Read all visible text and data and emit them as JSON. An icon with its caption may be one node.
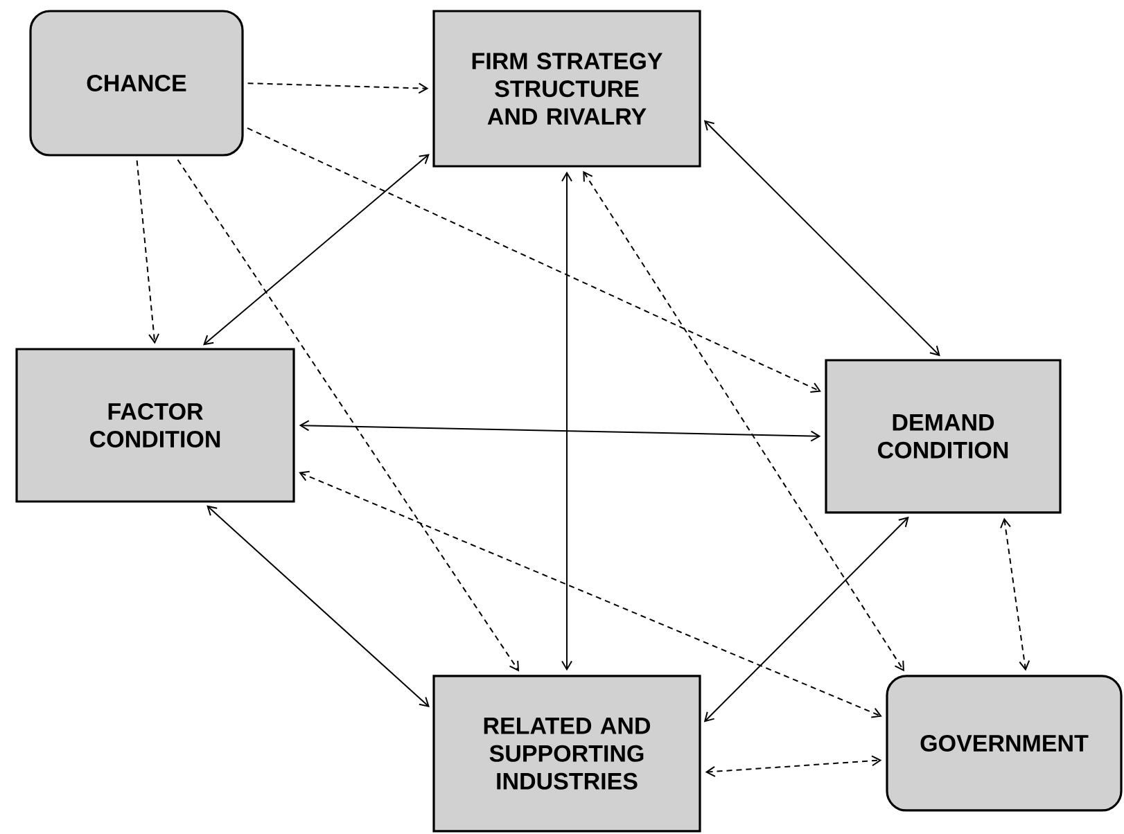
{
  "diagram": {
    "nodes": [
      {
        "text": [
          "CHANCE"
        ]
      },
      {
        "text": [
          "FIRM STRATEGY STRUCTURE AND RIVALRY"
        ]
      },
      {
        "text": [
          "FACTOR CONDITION"
        ]
      },
      {
        "text": [
          "DEMAND CONDITION"
        ]
      },
      {
        "text": [
          "RELATED AND SUPPORTING INDUSTRIES"
        ]
      },
      {
        "text": [
          "GOVERNMENT"
        ]
      }
    ],
    "edges": [
      {
        "from": 0,
        "to": 1,
        "arrow": "to",
        "style": "dashed"
      },
      {
        "from": 0,
        "to": 2,
        "arrow": "to",
        "style": "dashed"
      },
      {
        "from": 0,
        "to": 4,
        "arrow": "to",
        "style": "dashed"
      },
      {
        "from": 0,
        "to": 3,
        "arrow": "to",
        "style": "dashed"
      },
      {
        "from": 1,
        "to": 2,
        "arrow": "both"
      },
      {
        "from": 1,
        "to": 3,
        "arrow": "both"
      },
      {
        "from": 1,
        "to": 4,
        "arrow": "both"
      },
      {
        "from": 1,
        "to": 5,
        "arrow": "both",
        "style": "dashed"
      },
      {
        "from": 2,
        "to": 3,
        "arrow": "both"
      },
      {
        "from": 2,
        "to": 5,
        "arrow": "both",
        "style": "dashed"
      },
      {
        "from": 2,
        "to": 4,
        "arrow": "both"
      },
      {
        "from": 3,
        "to": 4,
        "arrow": "both"
      },
      {
        "from": 3,
        "to": 5,
        "arrow": "both",
        "style": "dashed"
      },
      {
        "from": 4,
        "to": 5,
        "arrow": "both",
        "style": "dashed"
      }
    ]
  }
}
